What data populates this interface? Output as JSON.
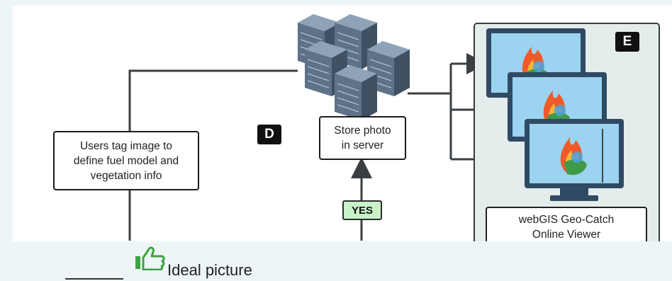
{
  "diagram": {
    "users_tag_box": "Users tag image to\ndefine fuel model and\nvegetation info",
    "store_photo_box": "Store photo\nin server",
    "tag_d": "D",
    "tag_e": "E",
    "yes_label": "YES",
    "viewer_label": "webGIS Geo-Catch\nOnline Viewer",
    "colors": {
      "line": "#3a3f44",
      "panel_bg": "#e4ecec",
      "yes_bg": "#c9f2c9",
      "screen_blue": "#9bd3f0",
      "monitor_frame": "#2f4a63",
      "server_body": "#5e7288"
    },
    "icons": [
      "server-cluster-icon",
      "monitor-icon",
      "fire-logo-icon",
      "thumbs-up-icon"
    ]
  },
  "caption": {
    "text": "Ideal picture"
  }
}
